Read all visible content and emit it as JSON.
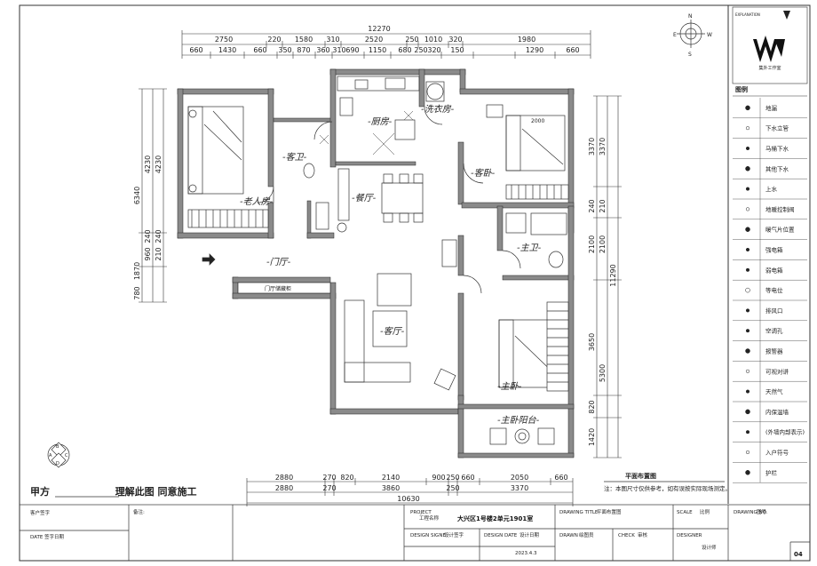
{
  "dims_top_total": "12270",
  "dims_top_row2": [
    "2750",
    "220",
    "1580",
    "310",
    "2520",
    "250",
    "1010",
    "320",
    "1980"
  ],
  "dims_top_row3": [
    "660",
    "1430",
    "660",
    "350",
    "870",
    "360",
    "310",
    "690",
    "1150",
    "680",
    "250",
    "320",
    "150",
    "1290",
    "660"
  ],
  "dims_bottom_row1": [
    "2880",
    "270",
    "820",
    "2140",
    "900",
    "250",
    "660",
    "2050",
    "660"
  ],
  "dims_bottom_row2": [
    "2880",
    "270",
    "3860",
    "250",
    "3370"
  ],
  "dims_bottom_total": "10630",
  "dims_left_outer": [
    "6340",
    "1870",
    "780"
  ],
  "dims_left_inner": [
    "4230",
    "4230",
    "240",
    "240",
    "960",
    "210"
  ],
  "dims_right_outer": "11290",
  "dims_right_inner": [
    "3370",
    "3370",
    "240",
    "210",
    "2100",
    "2100",
    "3650",
    "5300",
    "820",
    "1420"
  ],
  "rooms": {
    "elder": "-老人房-",
    "guest_bath": "-客卫-",
    "kitchen": "-厨房-",
    "laundry": "-洗衣房-",
    "guest_bed": "-客卧-",
    "dining": "-餐厅-",
    "master_bath": "-主卫-",
    "foyer": "-门厅-",
    "living": "-客厅-",
    "master_bed": "-主卧-",
    "master_balcony": "-主卧阳台-",
    "foyer_cabinet": "门厅储藏柜",
    "bed_label": "2000"
  },
  "plan_caption": "平面布置图",
  "note": "注：本图尺寸仅供参考，如有误按实际现场测定。",
  "logo_sub": "集外工作室",
  "legend_title": "图例",
  "legend": [
    "地漏",
    "下水立管",
    "马桶下水",
    "其他下水",
    "上水",
    "地暖控制阀",
    "暖气片位置",
    "强电箱",
    "弱电箱",
    "等电位",
    "排风口",
    "空调孔",
    "报警器",
    "可视对讲",
    "天然气",
    "内保温墙",
    "(外墙内部表示)",
    "入户符号",
    "护栏"
  ],
  "legend_sub": "(外墙内部表示)",
  "signature": {
    "party": "甲方",
    "text": "理解此图    同意施工"
  },
  "title_block": {
    "client": "客户签字",
    "date": "DATE  签字日期",
    "remarks": "备注:",
    "project_label": "PROJECT",
    "project_value": "大兴区1号楼2单元1901室",
    "project_sub": "工程名称",
    "drawing_title_label": "DRAWING TITLE",
    "drawing_title_value": "平面布置图",
    "scale_label": "SCALE",
    "scale_value": "比例",
    "drawing_no_label": "DRAWING NO.",
    "drawing_no_value": "图号",
    "design_label": "DESIGN SIGNE",
    "design_value": "设计签字",
    "design_date_label": "DESIGN DATE",
    "design_date_value": "设计日期",
    "date_val": "2023.4.3",
    "drawn_label": "DRAWN",
    "drawn_value": "绘图员",
    "check_label": "CHECK",
    "check_value": "审核",
    "designer_label": "DESIGNER",
    "designer_value": "设计师",
    "sheet_no": "04"
  },
  "explanation": "EXPLANATION"
}
